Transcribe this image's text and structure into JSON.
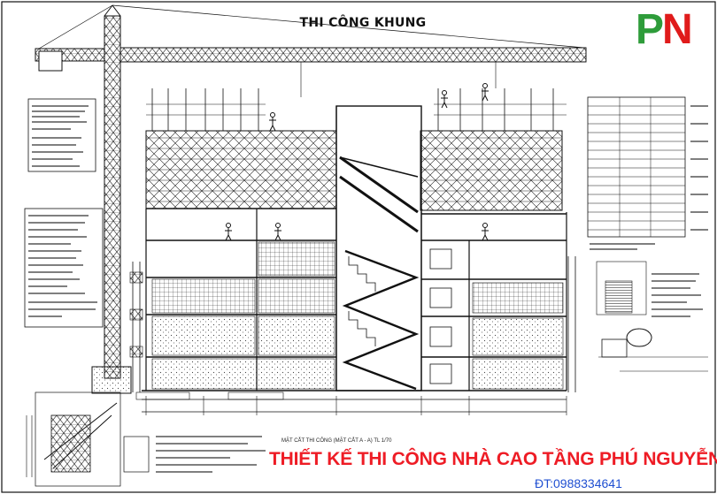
{
  "drawing": {
    "title": "THI CÔNG KHUNG",
    "section_caption": "MẶT CẮT THI CÔNG (MẶT CẮT A - A) TL 1/70"
  },
  "logo": {
    "letter_1": "P",
    "letter_2": "N",
    "color_1": "#2e9c3a",
    "color_2": "#e01b1b"
  },
  "banner": {
    "text": "THIẾT KẾ THI CÔNG NHÀ CAO TẦNG PHÚ NGUYỄN",
    "phone": "ĐT:0988334641",
    "text_color": "#ee1c25",
    "phone_color": "#1f4fd1"
  }
}
